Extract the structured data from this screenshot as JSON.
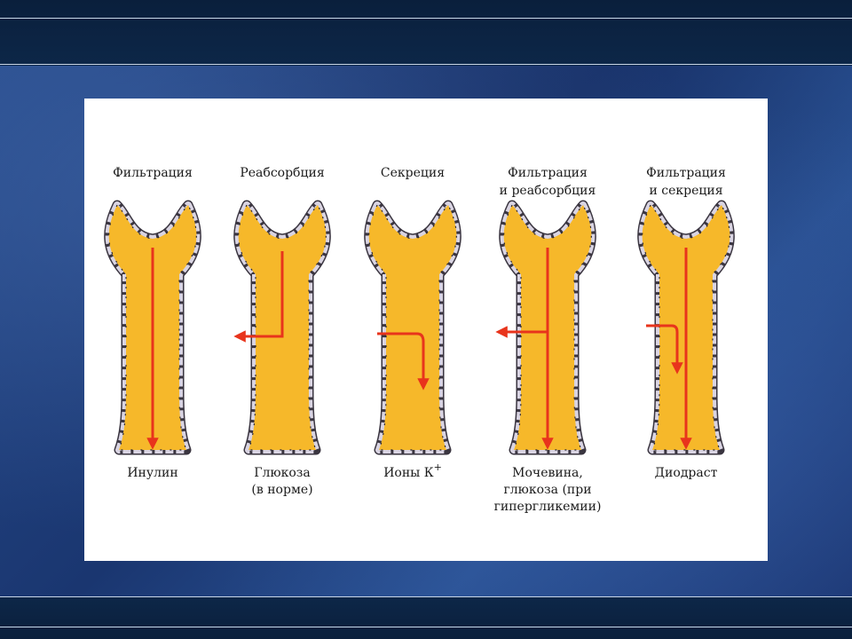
{
  "slide": {
    "colors": {
      "background": "#1e3d78",
      "band": "#0d2748",
      "panel": "#ffffff",
      "tubule_fill": "#f6b82a",
      "tubule_wall": "#d9d4e2",
      "arrow": "#e8341c"
    }
  },
  "diagram": {
    "columns": [
      {
        "id": "filtration",
        "title": [
          "Фильтрация"
        ],
        "substance": [
          "Инулин"
        ],
        "arrow_type": "straight"
      },
      {
        "id": "reabsorption",
        "title": [
          "Реабсорбция"
        ],
        "substance": [
          "Глюкоза",
          "(в норме)"
        ],
        "arrow_type": "reabsorb"
      },
      {
        "id": "secretion",
        "title": [
          "Секреция"
        ],
        "substance": [
          "Ионы К"
        ],
        "superscript": "+",
        "arrow_type": "secrete"
      },
      {
        "id": "filtration-reabsorption",
        "title": [
          "Фильтрация",
          "и реабсорбция"
        ],
        "substance": [
          "Мочевина,",
          "глюкоза (при",
          "гипергликемии)"
        ],
        "arrow_type": "filter-reabsorb"
      },
      {
        "id": "filtration-secretion",
        "title": [
          "Фильтрация",
          "и секреция"
        ],
        "substance": [
          "Диодраст"
        ],
        "arrow_type": "filter-secrete"
      }
    ]
  }
}
